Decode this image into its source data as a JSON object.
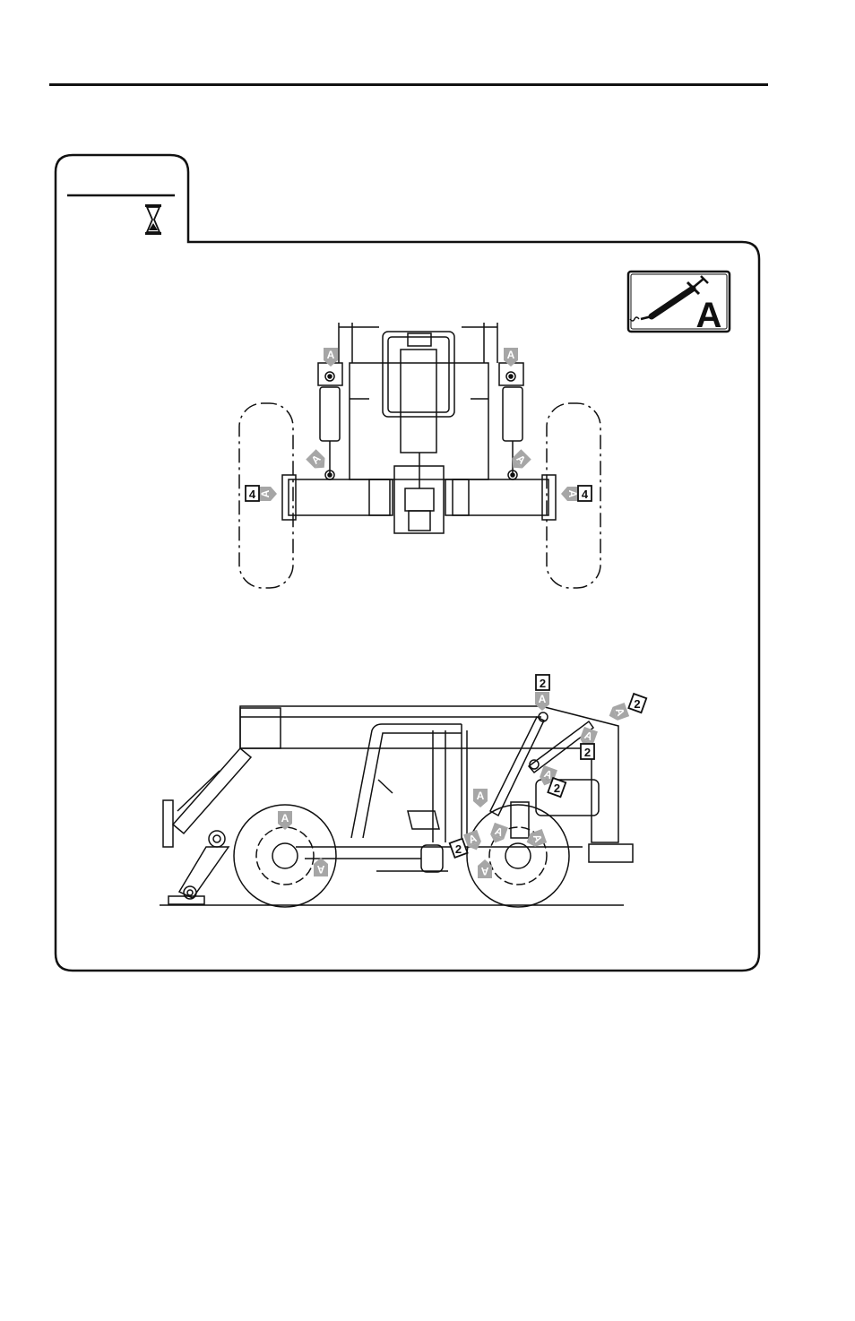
{
  "header": {
    "interval_icon": "hourglass-icon"
  },
  "grease_badge": {
    "icon": "grease-gun-icon",
    "letter": "A"
  },
  "callouts": {
    "grease_letter": "A",
    "front_wheel_qty": "4",
    "boom_qty": "2"
  },
  "colors": {
    "line": "#111111",
    "grease_marker": "#a6a6a6",
    "marker_text": "#ffffff"
  }
}
